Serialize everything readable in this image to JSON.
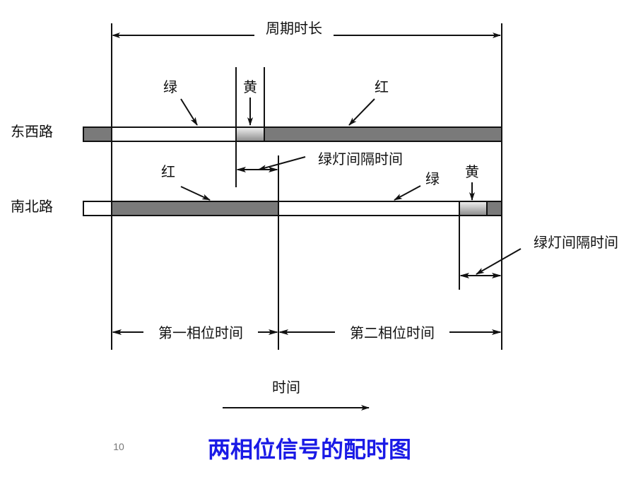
{
  "diagram": {
    "cycle_label": "周期时长",
    "roads": {
      "east_west": "东西路",
      "north_south": "南北路"
    },
    "east_west_labels": {
      "green": "绿",
      "yellow": "黄",
      "red": "红"
    },
    "north_south_labels": {
      "green": "绿",
      "yellow": "黄",
      "red": "红"
    },
    "intergreen_label_1": "绿灯间隔时间",
    "intergreen_label_2": "绿灯间隔时间",
    "phase_1_label": "第一相位时间",
    "phase_2_label": "第二相位时间",
    "time_axis_label": "时间"
  },
  "slide": {
    "page_number": "10",
    "title": "两相位信号的配时图"
  },
  "colors": {
    "red_phase": "#7a7a7a",
    "green_phase": "#ffffff",
    "title": "#1a1ae6"
  }
}
